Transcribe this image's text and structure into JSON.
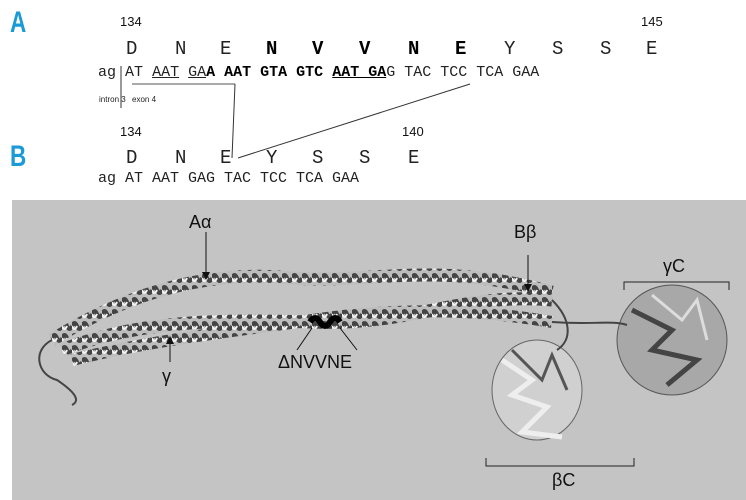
{
  "panel_a": {
    "letter": "A",
    "num_start": "134",
    "num_end": "145",
    "residues": [
      "D",
      "N",
      "E",
      "N",
      "V",
      "V",
      "N",
      "E",
      "Y",
      "S",
      "S",
      "E"
    ],
    "bold_residues": [
      3,
      4,
      5,
      6,
      7
    ],
    "seq_prefix": "ag",
    "seq_at": "AT",
    "seq_aat1": "AAT",
    "seq_ga": "GA",
    "seq_a_bold": "A",
    "seq_aat_gta_gtc": "AAT GTA GTC",
    "seq_aat_ga_bold": "AAT GA",
    "seq_g": "G",
    "seq_tail": "TAC TCC TCA GAA",
    "intron_label": "intron 3",
    "exon_label": "exon 4"
  },
  "panel_b": {
    "letter": "B",
    "num_start": "134",
    "num_end": "140",
    "residues": [
      "D",
      "N",
      "E",
      "Y",
      "S",
      "S",
      "E"
    ],
    "seq": "ag AT AAT GAG TAC TCC TCA GAA"
  },
  "structure": {
    "label_aalpha": "Aα",
    "label_bbeta": "Bβ",
    "label_gammaC": "γC",
    "label_gamma": "γ",
    "label_deletion": "ΔNVVNE",
    "label_betaC": "βC",
    "background": "#c4c4c4"
  }
}
